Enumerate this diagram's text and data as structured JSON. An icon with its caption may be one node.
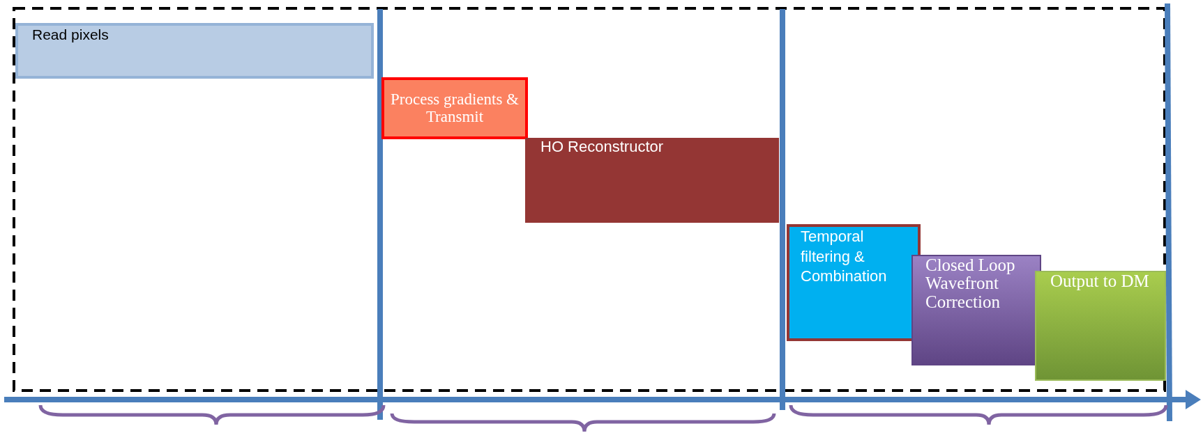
{
  "diagram": {
    "nodes": [
      {
        "text": [
          "Read pixels"
        ]
      },
      {
        "text": [
          "Process gradients & Transmit"
        ]
      },
      {
        "text": [
          "HO Reconstructor"
        ]
      },
      {
        "text": [
          "Temporal filtering & Combination"
        ]
      },
      {
        "text": [
          "Closed Loop Wavefront Correction"
        ]
      },
      {
        "text": [
          "Output to DM"
        ]
      }
    ]
  }
}
